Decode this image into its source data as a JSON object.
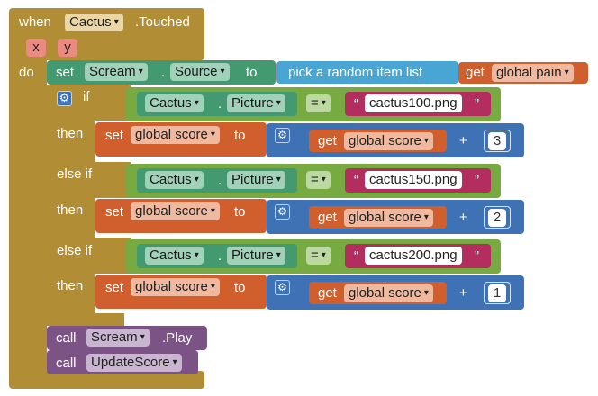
{
  "event": {
    "when": "when",
    "component": "Cactus",
    "handler": ".Touched",
    "params": [
      "x",
      "y"
    ],
    "do": "do"
  },
  "set_source": {
    "set": "set",
    "component": "Scream",
    "dot": ".",
    "property": "Source",
    "to": "to",
    "pick": "pick a random item  list",
    "get": "get",
    "variable": "global pain"
  },
  "ifblock": {
    "if": "if",
    "then": "then",
    "else_if": "else if"
  },
  "conditions": [
    {
      "component": "Cactus",
      "dot": ".",
      "property": "Picture",
      "op": "=",
      "quote_open": "“",
      "quote_close": "”",
      "text": "cactus100.png"
    },
    {
      "component": "Cactus",
      "dot": ".",
      "property": "Picture",
      "op": "=",
      "quote_open": "“",
      "quote_close": "”",
      "text": "cactus150.png"
    },
    {
      "component": "Cactus",
      "dot": ".",
      "property": "Picture",
      "op": "=",
      "quote_open": "“",
      "quote_close": "”",
      "text": "cactus200.png"
    }
  ],
  "actions": [
    {
      "set": "set",
      "variable": "global score",
      "to": "to",
      "get": "get",
      "get_variable": "global score",
      "plus": "+",
      "value": "3"
    },
    {
      "set": "set",
      "variable": "global score",
      "to": "to",
      "get": "get",
      "get_variable": "global score",
      "plus": "+",
      "value": "2"
    },
    {
      "set": "set",
      "variable": "global score",
      "to": "to",
      "get": "get",
      "get_variable": "global score",
      "plus": "+",
      "value": "1"
    }
  ],
  "call_play": {
    "call": "call",
    "component": "Scream",
    "method": ".Play"
  },
  "call_update": {
    "call": "call",
    "procedure": "UpdateScore"
  },
  "icons": {
    "dropdown": "▾",
    "mutator": "gear-icon"
  },
  "colors": {
    "event": "#b18e35",
    "component": "#439970",
    "variable": "#d05f2d",
    "math": "#3f71b5",
    "logic": "#77ab41",
    "text": "#b32d5e",
    "list": "#49a6d4",
    "procedure": "#7c5385"
  }
}
